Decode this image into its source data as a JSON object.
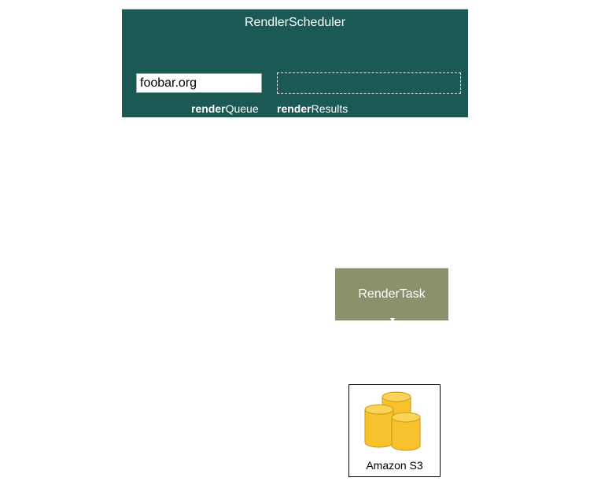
{
  "scheduler": {
    "title": "RendlerScheduler",
    "queue_item": "foobar.org",
    "queue_label_bold": "render",
    "queue_label_rest": "Queue",
    "results_label_bold": "render",
    "results_label_rest": "Results"
  },
  "task": {
    "title": "RenderTask"
  },
  "storage": {
    "label": "Amazon S3",
    "icon": "database-cylinders-icon"
  },
  "colors": {
    "scheduler_bg": "#1b5954",
    "task_bg": "#8d906c",
    "cylinder_fill": "#f7c22c",
    "cylinder_stroke": "#c99a12"
  }
}
